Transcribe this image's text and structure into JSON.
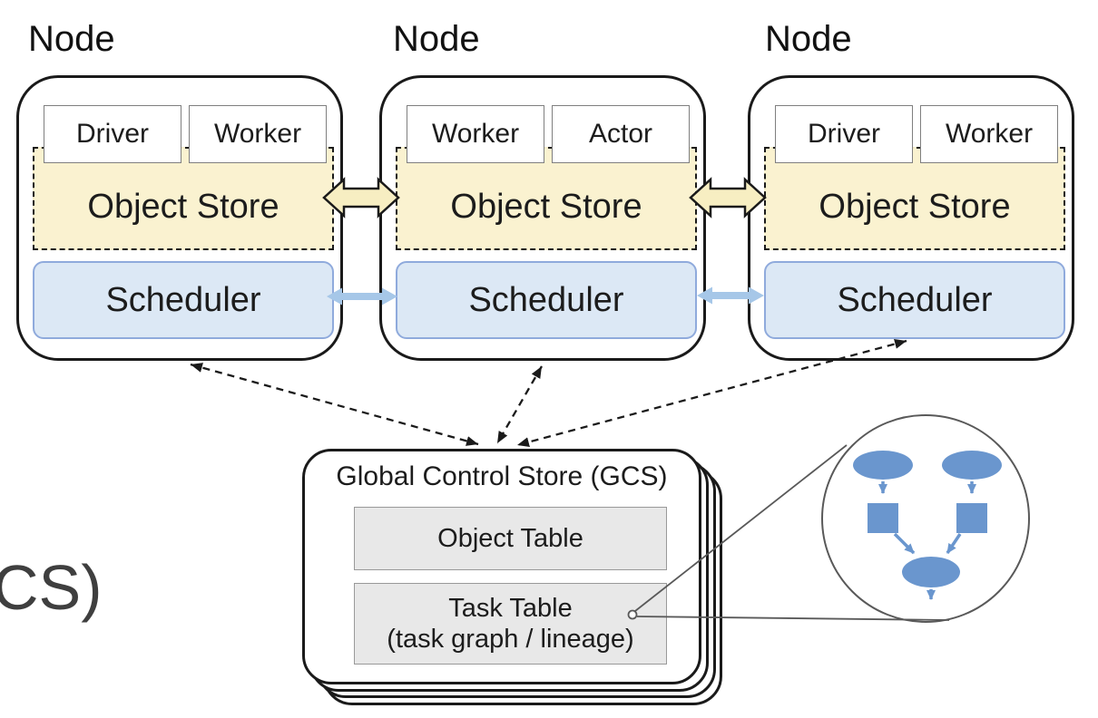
{
  "nodes": [
    {
      "label": "Node",
      "processes": [
        {
          "label": "Driver"
        },
        {
          "label": "Worker"
        }
      ],
      "object_store_label": "Object Store",
      "scheduler_label": "Scheduler"
    },
    {
      "label": "Node",
      "processes": [
        {
          "label": "Worker"
        },
        {
          "label": "Actor"
        }
      ],
      "object_store_label": "Object Store",
      "scheduler_label": "Scheduler"
    },
    {
      "label": "Node",
      "processes": [
        {
          "label": "Driver"
        },
        {
          "label": "Worker"
        }
      ],
      "object_store_label": "Object Store",
      "scheduler_label": "Scheduler"
    }
  ],
  "gcs": {
    "title": "Global Control Store (GCS)",
    "object_table": {
      "label": "Object Table"
    },
    "task_table": {
      "label": "Task Table",
      "sublabel": "(task graph / lineage)"
    }
  },
  "clipped_text": "CS)",
  "colors": {
    "object_store_fill": "#FAF2D0",
    "transfer_arrow_fill": "#F7EEC2",
    "scheduler_fill": "#DCE8F5",
    "scheduler_border": "#8FAADC",
    "sync_arrow_fill": "#A6C7E8",
    "table_fill": "#E8E8E8",
    "task_graph_blue": "#6A96CE",
    "outline_black": "#1A1A1A",
    "callout_gray": "#595959",
    "clipped_text_gray": "#3F3F3F"
  }
}
